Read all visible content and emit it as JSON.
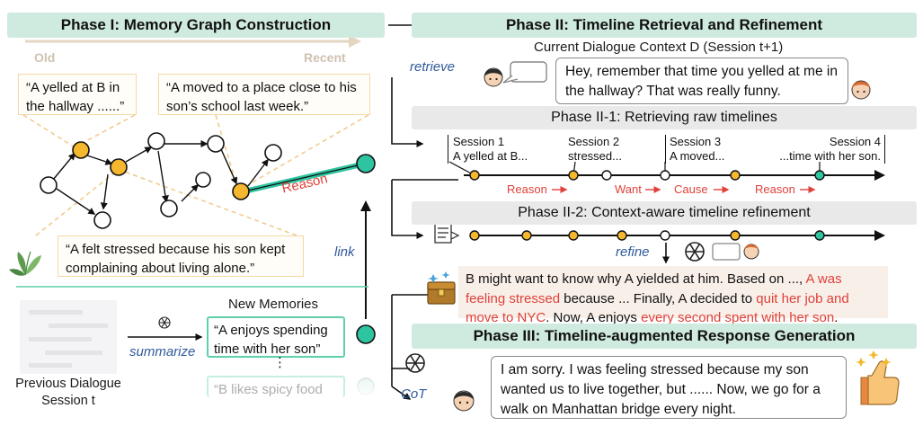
{
  "phase1": {
    "title": "Phase I: Memory Graph Construction",
    "old_label": "Old",
    "recent_label": "Recent",
    "quote1": "“A yelled at B in the hallway ......”",
    "quote2": "“A moved to a place close to his son’s school last week.”",
    "quote3": "“A felt stressed because his son kept complaining about living alone.”",
    "reason_label": "Reason",
    "link_label": "link",
    "new_memories_label": "New Memories",
    "memory1": "“A enjoys spending time with her son”",
    "memory2": "“B likes spicy food",
    "ellipsis": "⋮",
    "summarize_label": "summarize",
    "prev_session_label": "Previous Dialogue Session t"
  },
  "phase2": {
    "title": "Phase II: Timeline Retrieval and Refinement",
    "context_label": "Current Dialogue Context D (Session t+1)",
    "retrieve_label": "retrieve",
    "user_message": "Hey, remember that time you yelled at me in the hallway? That was really funny.",
    "sub1_title": "Phase II-1: Retrieving raw timelines",
    "sessions": [
      {
        "name": "Session 1",
        "text": "A yelled at B..."
      },
      {
        "name": "Session 2",
        "text": "stressed..."
      },
      {
        "name": "Session 3",
        "text": "A moved..."
      },
      {
        "name": "Session 4",
        "text": "...time with her son."
      }
    ],
    "relations": [
      "Reason",
      "Want",
      "Cause",
      "Reason"
    ],
    "sub2_title": "Phase II-2: Context-aware timeline refinement",
    "refine_label": "refine",
    "refined_part1": "B might want to know why A yielded at him. Based on ..., ",
    "refined_red1": "A was feeling stressed",
    "refined_part2": " because ... Finally, A decided to ",
    "refined_red2": "quit her job and move to NYC",
    "refined_part3": ". Now, A enjoys ",
    "refined_red3": "every second spent with her son",
    "refined_part4": "."
  },
  "phase3": {
    "title": "Phase III: Timeline-augmented Response Generation",
    "cot_label": "CoT",
    "response": "I am sorry. I was feeling stressed because my son wanted us to live together, but ...... Now, we go for a walk on Manhattan bridge every night."
  },
  "colors": {
    "banner_green": "#cfeadf",
    "node_yellow": "#f5b72e",
    "node_teal": "#2ec4a0",
    "relation_red": "#e0413a",
    "italic_blue": "#2f5a9c"
  }
}
